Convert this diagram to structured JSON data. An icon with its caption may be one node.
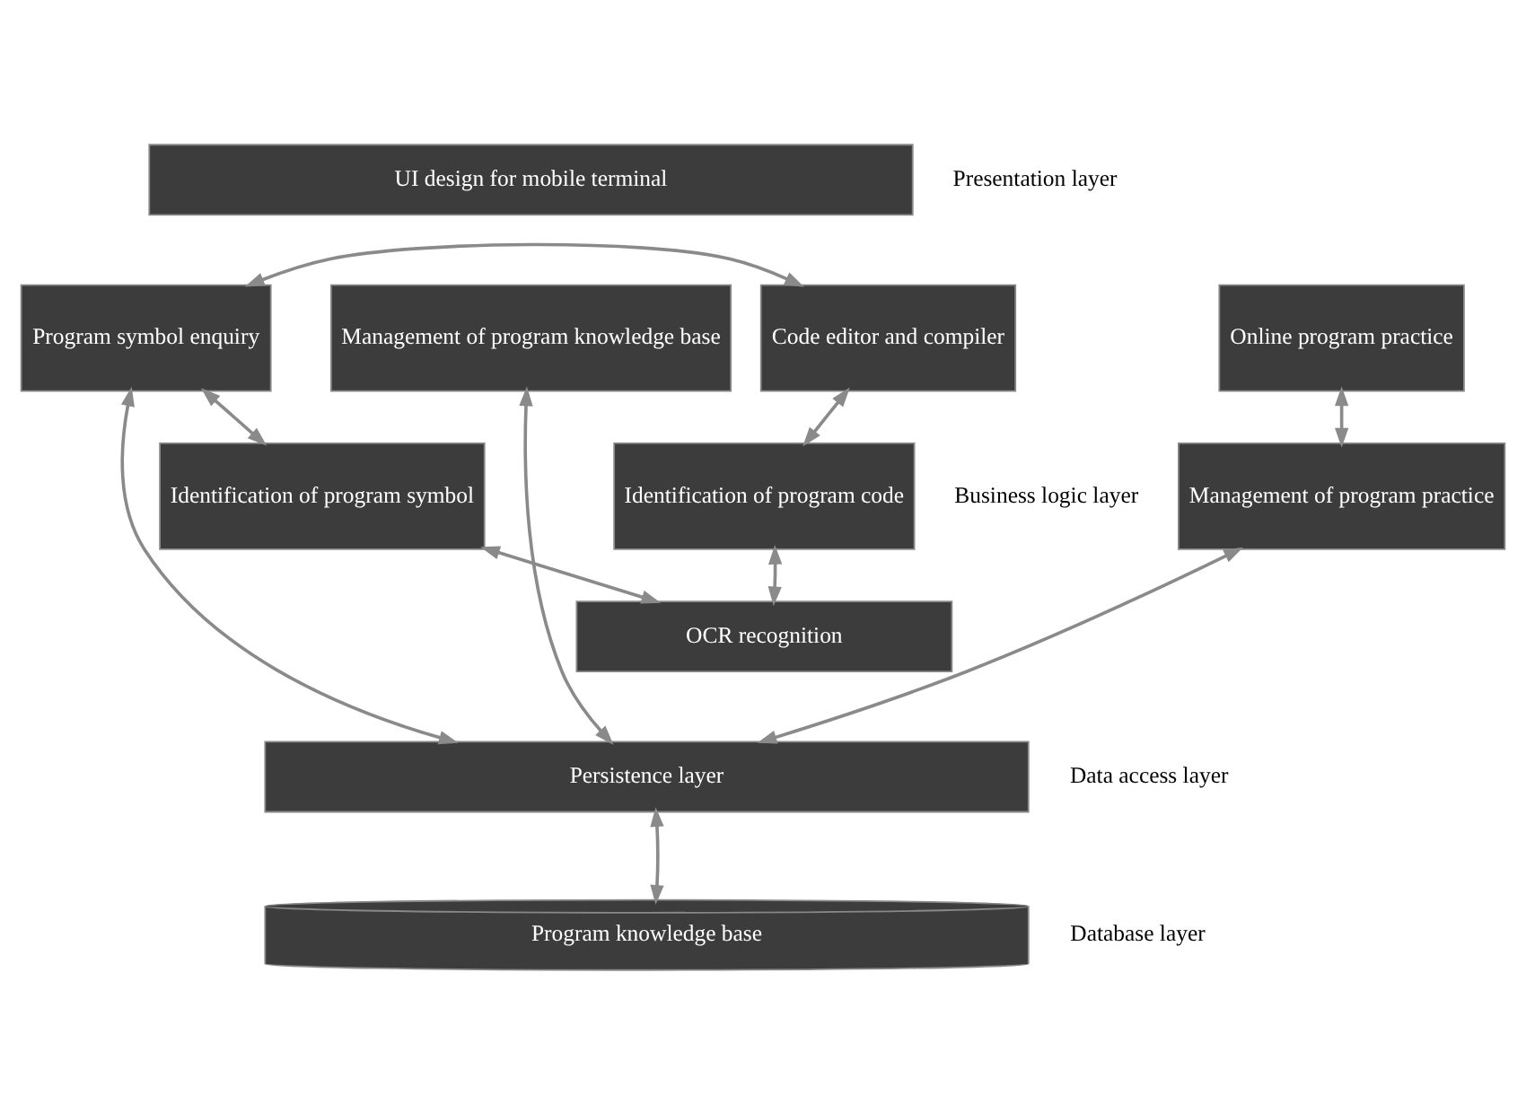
{
  "diagram": {
    "nodes": [
      {
        "text": [
          "UI design for mobile terminal"
        ]
      },
      {
        "text": [
          "Management of program knowledge base"
        ]
      },
      {
        "text": [
          "Code editor and compiler"
        ]
      },
      {
        "text": [
          "Program symbol enquiry"
        ]
      },
      {
        "text": [
          "Online program practice"
        ]
      },
      {
        "text": [
          "Identification of program code"
        ]
      },
      {
        "text": [
          "Identification of program symbol"
        ]
      },
      {
        "text": [
          "Management of program practice"
        ]
      },
      {
        "text": [
          "OCR recognition"
        ]
      },
      {
        "text": [
          "Persistence layer"
        ]
      },
      {
        "text": [
          "Program knowledge base"
        ]
      }
    ],
    "edges": [
      {
        "from": 2,
        "to": 3,
        "arrow": "both"
      },
      {
        "from": 2,
        "to": 5,
        "arrow": "both"
      },
      {
        "from": 3,
        "to": 6,
        "arrow": "both"
      },
      {
        "from": 4,
        "to": 7,
        "arrow": "both"
      },
      {
        "from": 5,
        "to": 8,
        "arrow": "both"
      },
      {
        "from": 6,
        "to": 8,
        "arrow": "both"
      },
      {
        "from": 1,
        "to": 9,
        "arrow": "both"
      },
      {
        "from": 3,
        "to": 9,
        "arrow": "both"
      },
      {
        "from": 7,
        "to": 9,
        "arrow": "both"
      },
      {
        "from": 9,
        "to": 10,
        "arrow": "both"
      }
    ],
    "labels": [
      "Presentation layer",
      "Business logic layer",
      "Data access layer",
      "Database layer"
    ]
  }
}
